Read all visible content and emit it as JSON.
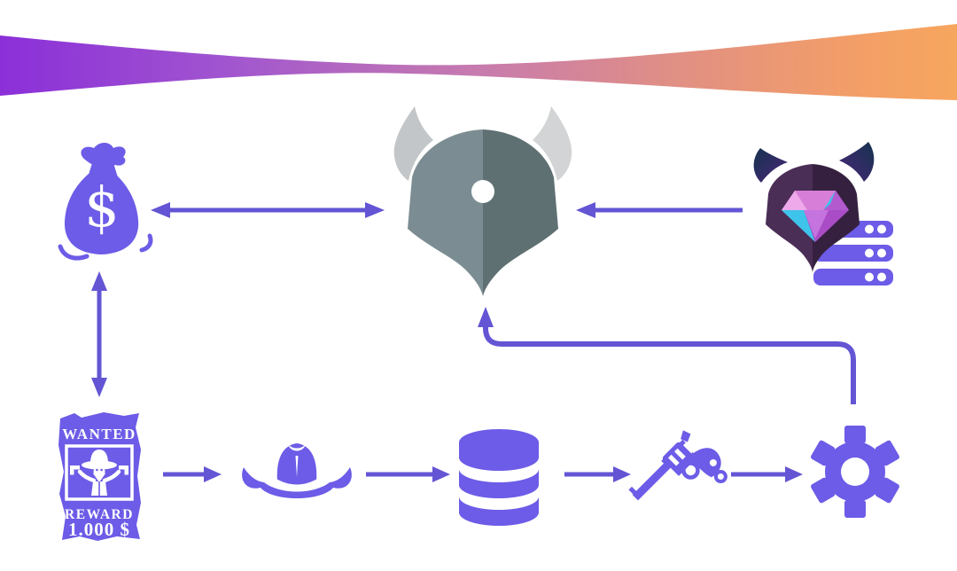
{
  "colors": {
    "background": "#FFFFFF",
    "primary_purple": "#6C5CE7",
    "arrow_purple": "#6355D4",
    "ribbon_purple": "#8B2FD9",
    "ribbon_mauve": "#C77BAE",
    "ribbon_orange": "#F7A65E",
    "helmet_gray_light": "#7B8D92",
    "helmet_gray_dark": "#5E7072",
    "horn_gray_light": "#D2D4D5",
    "horn_gray_dark": "#C3C6C8",
    "ob2_helmet_light": "#4A2E56",
    "ob2_helmet_dark": "#35213F",
    "ob2_horn_navy": "#16324F",
    "ob2_horn_purple": "#4A2779",
    "diamond_pink_light": "#EDA9E9",
    "diamond_pink": "#D77FD8",
    "diamond_magenta": "#B35ACF",
    "diamond_purple": "#A94CC6",
    "diamond_cyan": "#3EC4EA"
  },
  "banner": {
    "icon": "gradient-ribbon",
    "gradient": [
      "#8B2FD9",
      "#A257CE",
      "#C77BAE",
      "#E08F85",
      "#F29D69",
      "#F7A65E"
    ]
  },
  "nodes": {
    "money_bag": {
      "icon": "money-bag-icon",
      "symbol": "$"
    },
    "viking_helmet": {
      "icon": "viking-helmet-icon"
    },
    "ob2_server": {
      "icon": "horned-helmet-diamond-server-icon"
    },
    "wanted_poster": {
      "icon": "wanted-poster-icon",
      "title": "WANTED",
      "reward_label": "REWARD",
      "reward_amount": "1.000 $"
    },
    "cowboy_hat": {
      "icon": "cowboy-hat-icon"
    },
    "database": {
      "icon": "database-icon"
    },
    "revolver": {
      "icon": "revolver-icon"
    },
    "gear": {
      "icon": "gear-icon"
    }
  },
  "edges": [
    {
      "from": "money_bag",
      "to": "viking_helmet",
      "direction": "both"
    },
    {
      "from": "ob2_server",
      "to": "viking_helmet",
      "direction": "one-way"
    },
    {
      "from": "money_bag",
      "to": "wanted_poster",
      "direction": "both"
    },
    {
      "from": "wanted_poster",
      "to": "cowboy_hat",
      "direction": "one-way"
    },
    {
      "from": "cowboy_hat",
      "to": "database",
      "direction": "one-way"
    },
    {
      "from": "database",
      "to": "revolver",
      "direction": "one-way"
    },
    {
      "from": "revolver",
      "to": "gear",
      "direction": "one-way"
    },
    {
      "from": "gear",
      "to": "viking_helmet",
      "direction": "one-way",
      "style": "elbow"
    }
  ]
}
